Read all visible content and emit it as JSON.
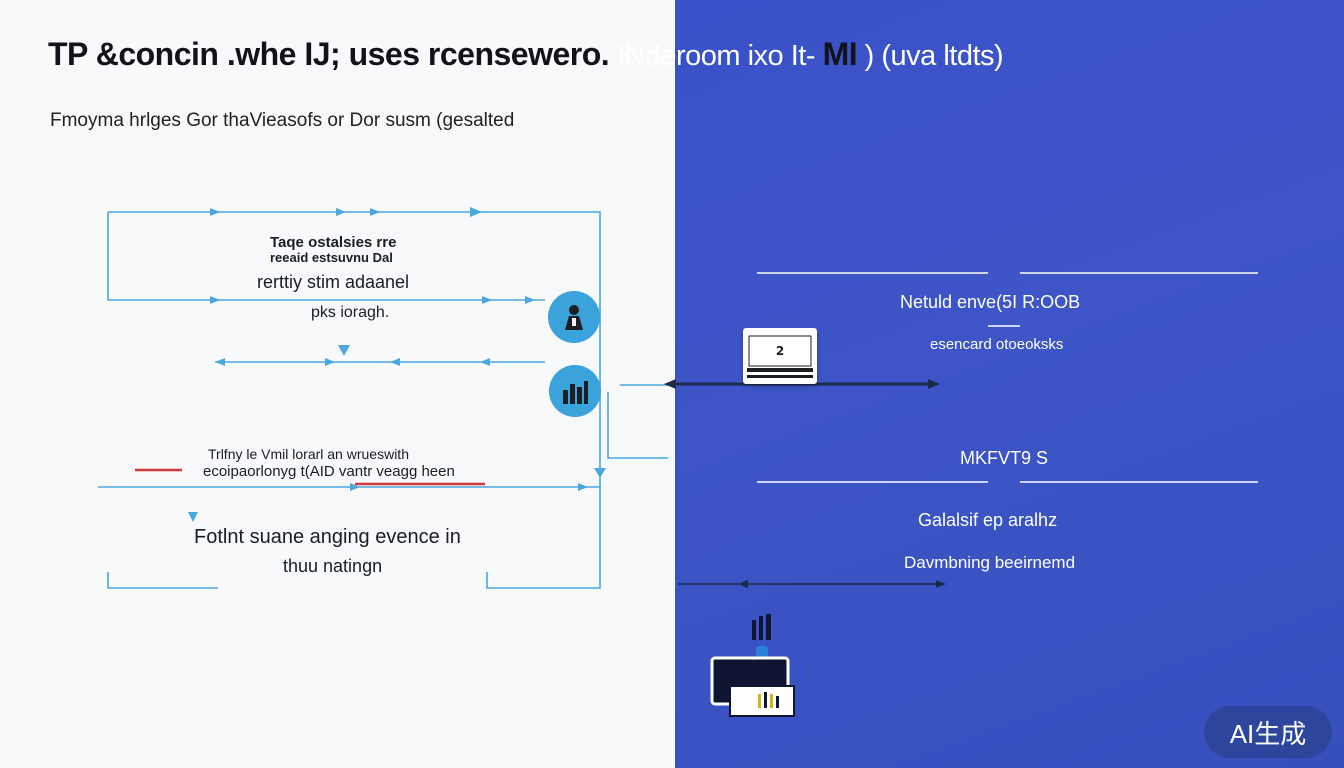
{
  "header": {
    "title_dark": "TP &concin  .whe IJ; uses rcensewero.",
    "title_light": " INderoom ixo  It- ",
    "title_dark2": "MI",
    "title_light2": " ) (uva ltdts)",
    "subtitle": "Fmoyma hrlges Gor thaVieasofs or Dor susm (gesalted"
  },
  "left_box": {
    "top_text_line1": "Taqe ostalsies rre",
    "top_text_line2": "reeaid estsuvnu Dal",
    "top_text_line3": "rerttiy stim adaanel",
    "top_text_line4": "pks ioragh.",
    "mid_text_line1": "Trlfny le Vmil lorarl an wrueswith",
    "mid_text_line2": "ecoipaorlonyg t(AID vantr veagg heen",
    "bottom_text_line1": "Fotlnt suane anging evence in",
    "bottom_text_line2": "thuu natingn"
  },
  "right_side": {
    "label1": "Netuld enve(5I R:OOB",
    "label2": "esencard otoeoksks",
    "label3": "MKFVT9 S",
    "label4": "Galalsif ep aralhz",
    "label5": "Davmbning beeirnemd"
  },
  "watermark": "AI生成",
  "colors": {
    "left_bg": "#f8f9fb",
    "right_bg": "#3a52c9",
    "connector": "#4aa8dc",
    "accent_red": "#d23a3a",
    "dark_line": "#1e2a4a"
  },
  "icons": {
    "circle1": "person-icon",
    "circle2": "bar-chart-icon",
    "laptop": "laptop-icon",
    "bottom_device": "monitor-chart-icon"
  }
}
